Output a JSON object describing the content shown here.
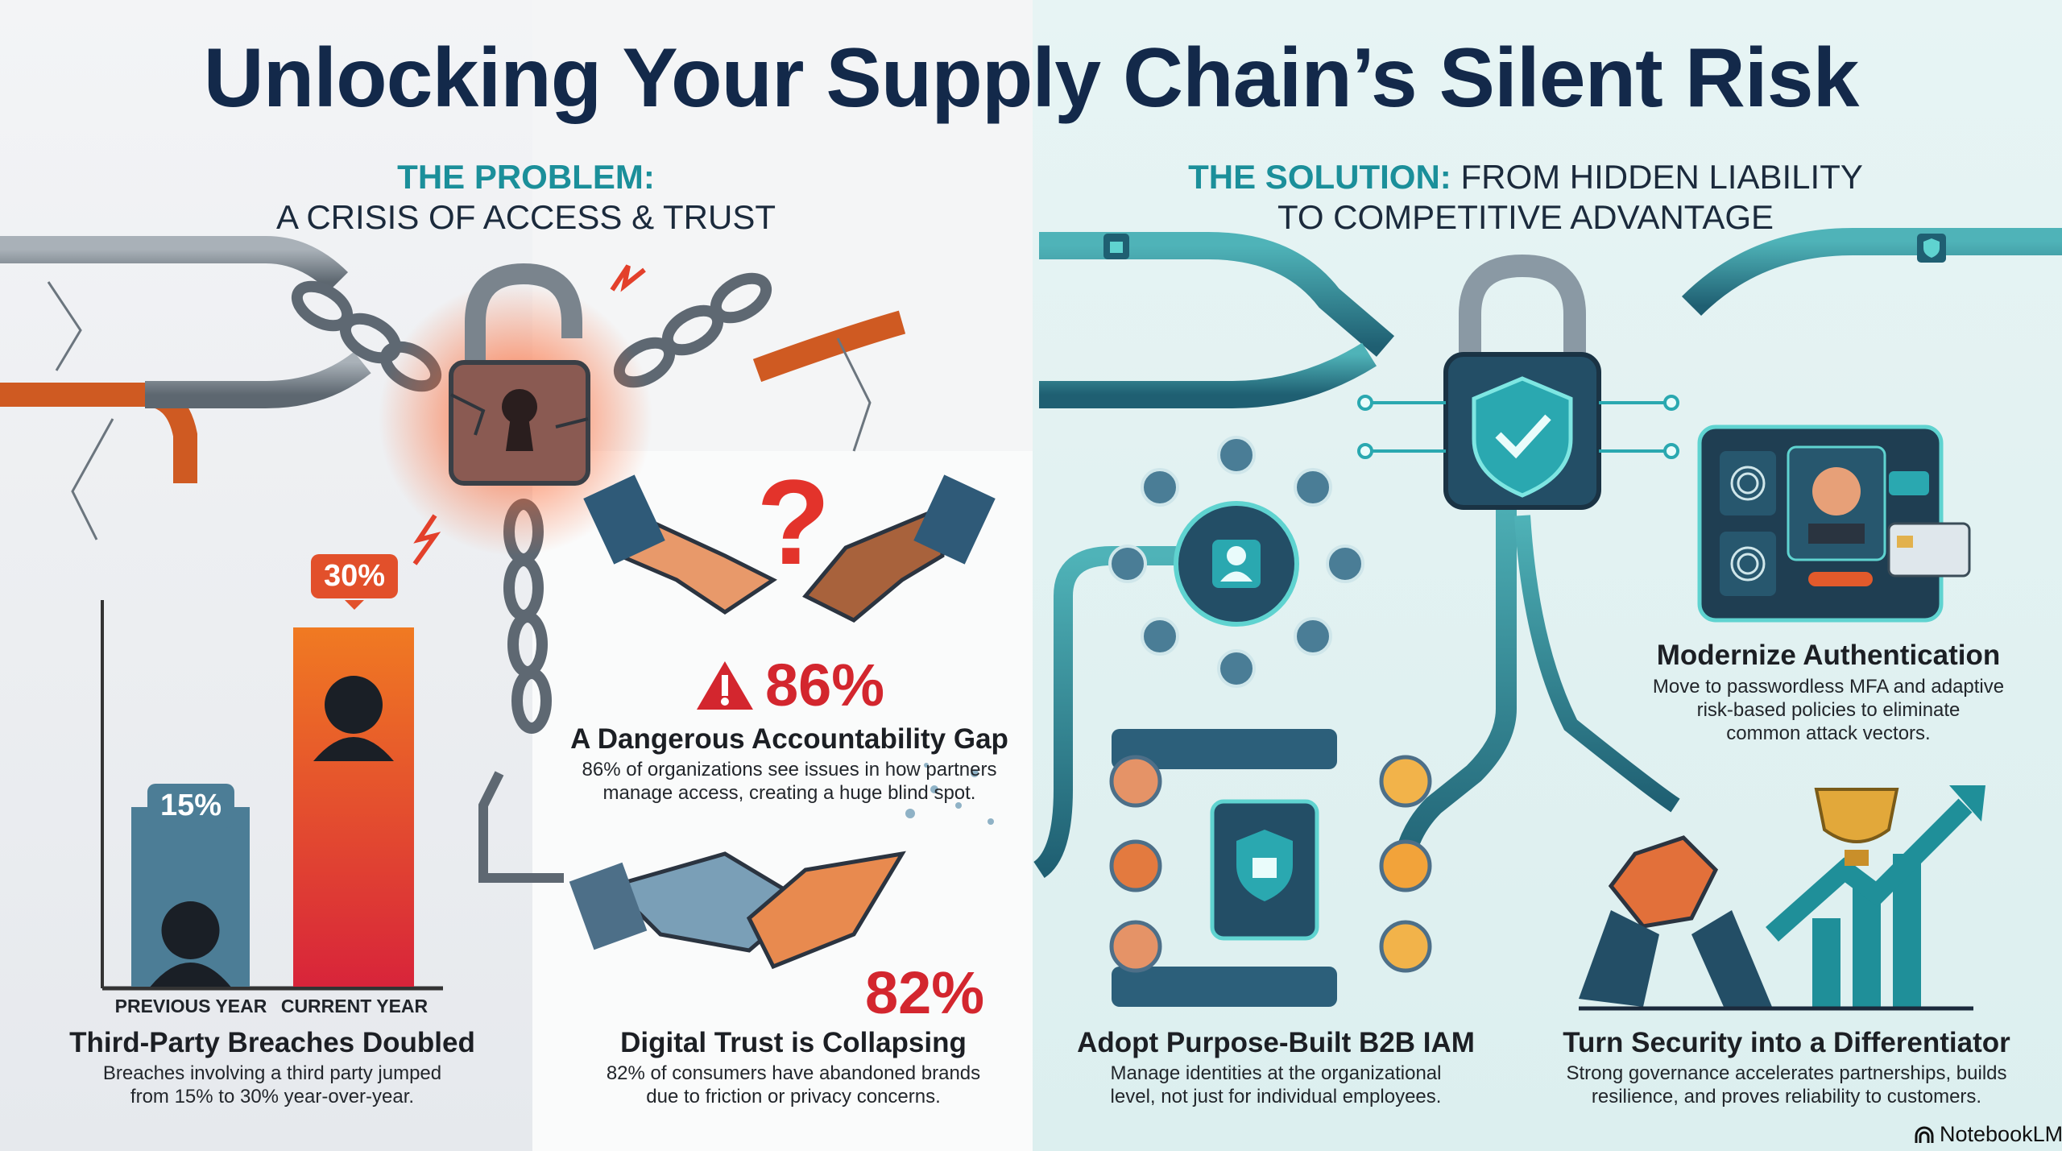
{
  "title": "Unlocking Your Supply Chain’s Silent Risk",
  "problem": {
    "label": "THE PROBLEM:",
    "subtitle": "A CRISIS OF ACCESS & TRUST"
  },
  "solution": {
    "label": "THE SOLUTION:",
    "label_rest": "FROM HIDDEN LIABILITY",
    "subtitle": "TO COMPETITIVE ADVANTAGE"
  },
  "breaches": {
    "heading": "Third-Party Breaches Doubled",
    "desc_line1": "Breaches involving a third party jumped",
    "desc_line2": "from 15% to 30% year-over-year."
  },
  "chart_data": {
    "type": "bar",
    "categories": [
      "PREVIOUS YEAR",
      "CURRENT YEAR"
    ],
    "values": [
      15,
      30
    ],
    "value_labels": [
      "15%",
      "30%"
    ],
    "ylim": [
      0,
      30
    ],
    "colors": [
      "#4c7d96",
      "#e2502b"
    ]
  },
  "gap": {
    "stat": "86%",
    "heading": "A Dangerous Accountability Gap",
    "desc_line1": "86% of organizations see issues in how partners",
    "desc_line2": "manage access, creating a huge blind spot."
  },
  "trust": {
    "stat": "82%",
    "heading": "Digital Trust is Collapsing",
    "desc_line1": "82% of consumers have abandoned brands",
    "desc_line2": "due to friction or privacy concerns."
  },
  "auth": {
    "heading": "Modernize Authentication",
    "desc_line1": "Move to passwordless MFA and adaptive",
    "desc_line2": "risk-based policies to eliminate",
    "desc_line3": "common attack vectors."
  },
  "iam": {
    "heading": "Adopt Purpose-Built B2B IAM",
    "desc_line1": "Manage identities at the organizational",
    "desc_line2": "level, not just for individual employees."
  },
  "differentiator": {
    "heading": "Turn Security into a Differentiator",
    "desc_line1": "Strong governance accelerates partnerships, builds",
    "desc_line2": "resilience, and proves reliability to customers."
  },
  "brand": "NotebookLM",
  "colors": {
    "navy": "#13294a",
    "teal": "#1b8f9a",
    "red": "#d3262e",
    "orange": "#e2502b"
  }
}
